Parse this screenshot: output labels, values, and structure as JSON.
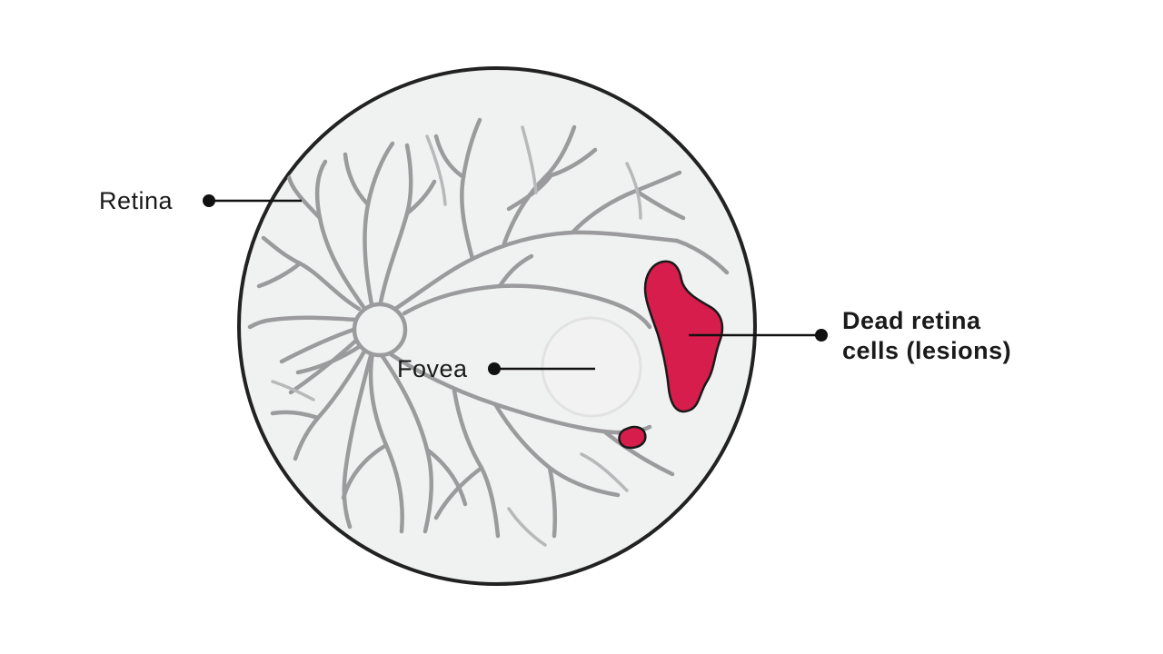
{
  "labels": {
    "retina": "Retina",
    "fovea": "Fovea",
    "lesions_line1": "Dead retina",
    "lesions_line2": "cells (lesions)"
  },
  "colors": {
    "background": "#ffffff",
    "eye_fill": "#f0f1f1",
    "eye_outline": "#222222",
    "vessel": "#9b9b9d",
    "vessel_light": "#b8b8ba",
    "lesion": "#d61d4b",
    "callout": "#111111"
  }
}
